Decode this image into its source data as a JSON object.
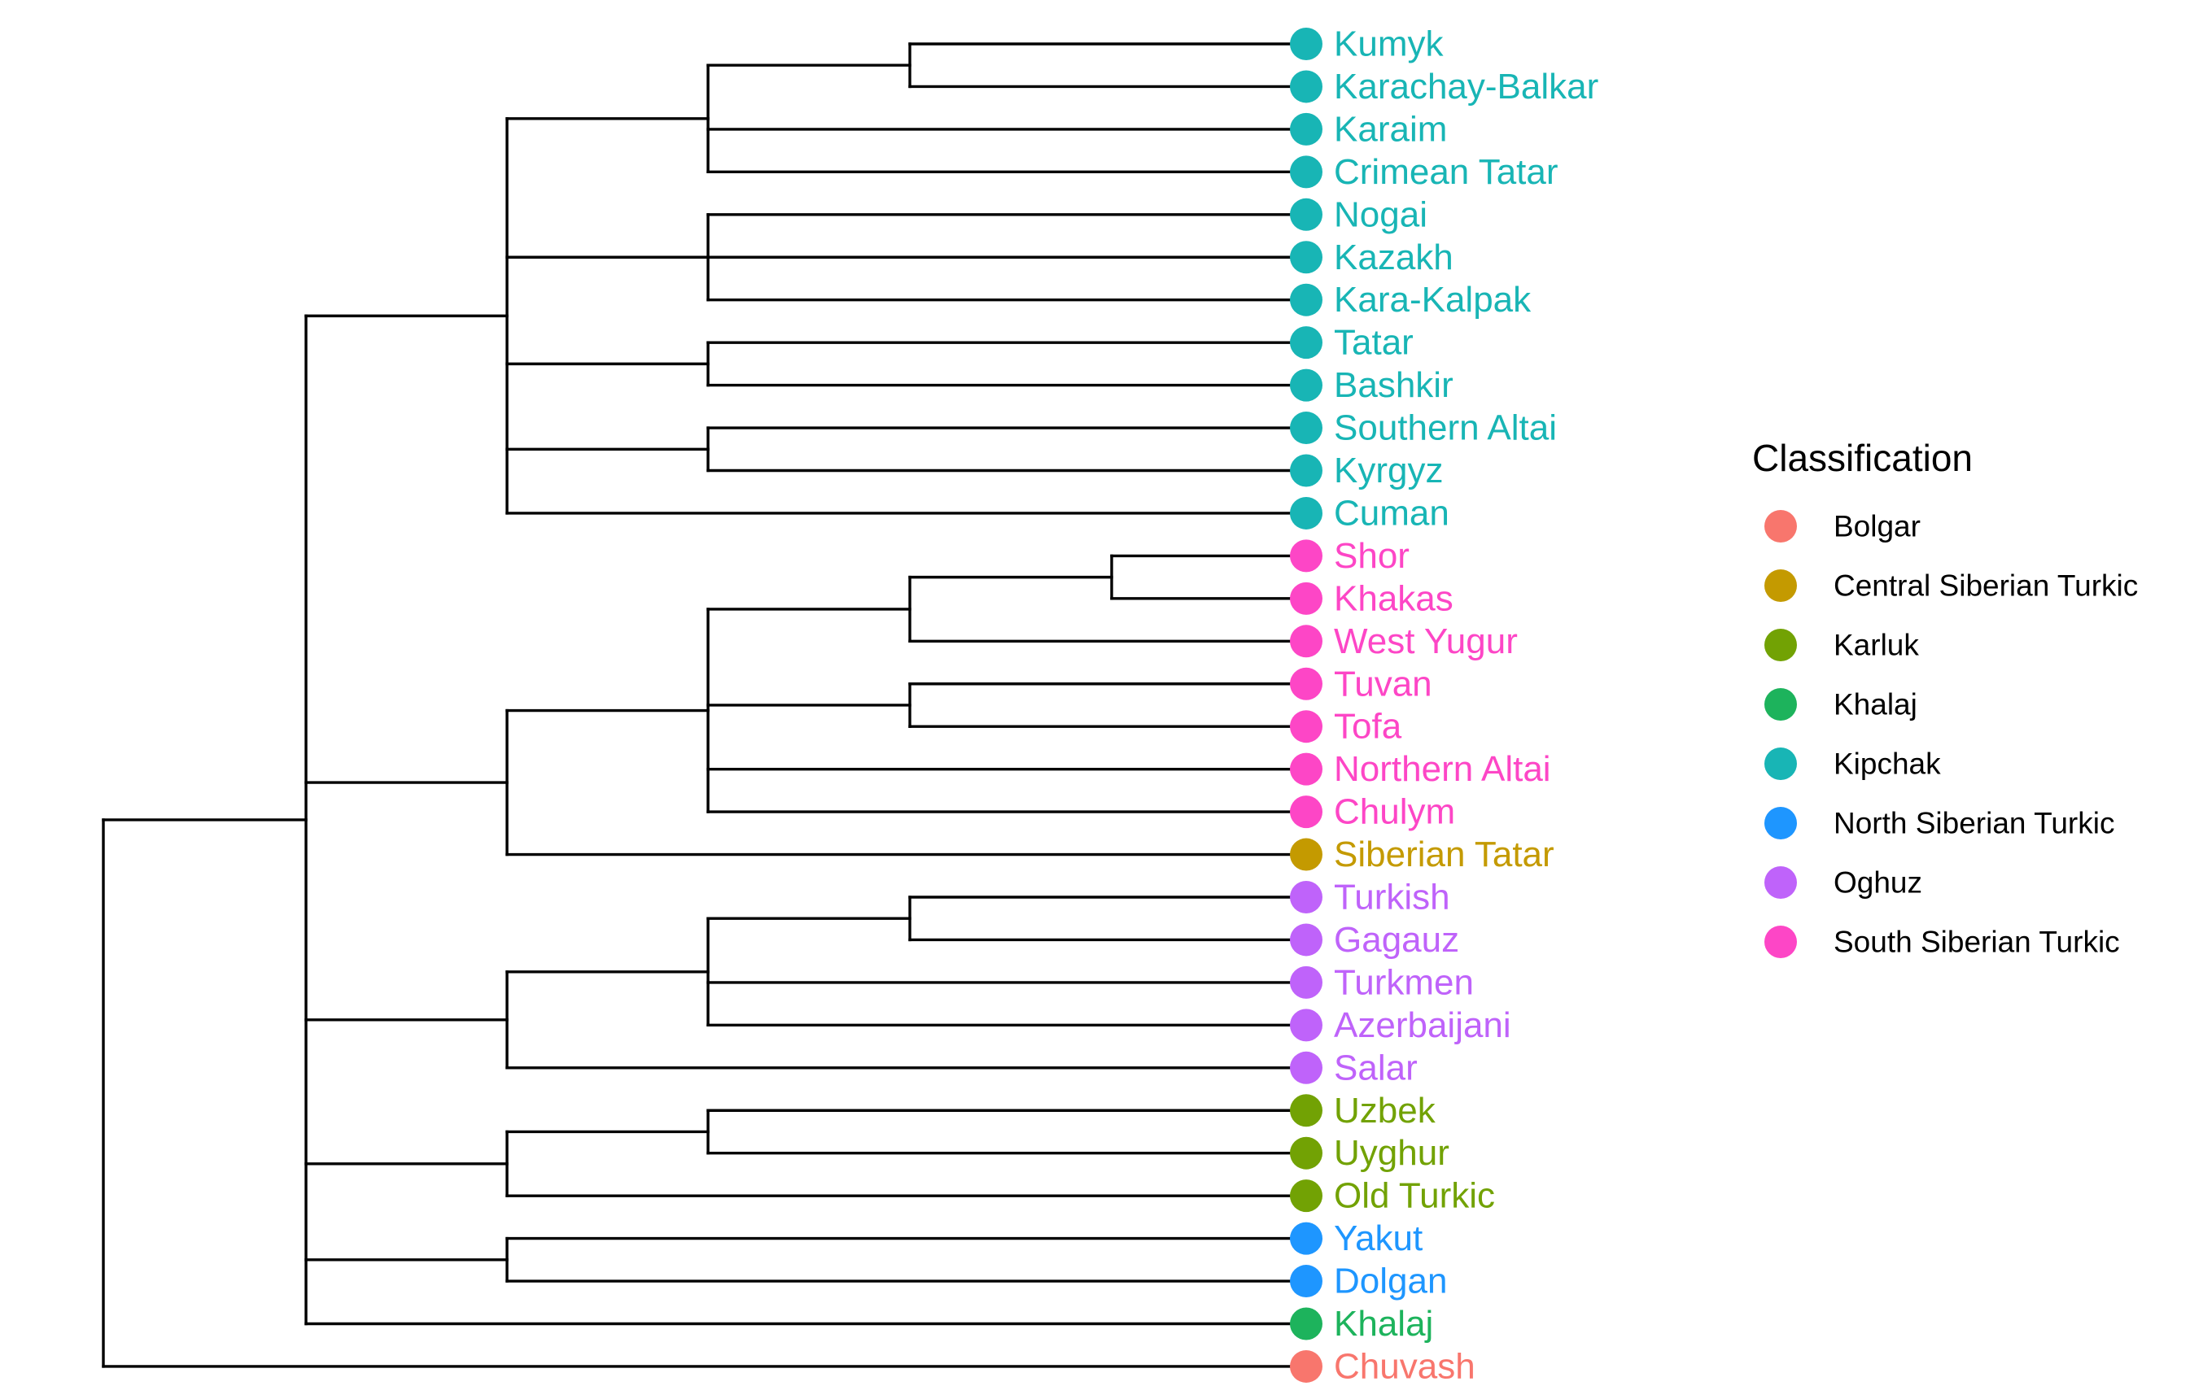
{
  "legend": {
    "title": "Classification",
    "items": [
      {
        "label": "Bolgar",
        "color": "#F8766D"
      },
      {
        "label": "Central Siberian Turkic",
        "color": "#C49A00"
      },
      {
        "label": "Karluk",
        "color": "#72A204"
      },
      {
        "label": "Khalaj",
        "color": "#1DB35C"
      },
      {
        "label": "Kipchak",
        "color": "#18B5B5"
      },
      {
        "label": "North Siberian Turkic",
        "color": "#1E96FF"
      },
      {
        "label": "Oghuz",
        "color": "#BF63FA"
      },
      {
        "label": "South Siberian Turkic",
        "color": "#FD46C6"
      }
    ]
  },
  "tree": {
    "name": "root",
    "children": [
      {
        "name": "n1",
        "children": [
          {
            "name": "n2",
            "children": [
              {
                "name": "n3",
                "children": [
                  {
                    "name": "n4",
                    "children": [
                      {
                        "leaf": "Kumyk",
                        "group": "Kipchak"
                      },
                      {
                        "leaf": "Karachay-Balkar",
                        "group": "Kipchak"
                      }
                    ]
                  },
                  {
                    "leaf": "Karaim",
                    "group": "Kipchak"
                  },
                  {
                    "leaf": "Crimean Tatar",
                    "group": "Kipchak"
                  }
                ]
              },
              {
                "name": "n5",
                "children": [
                  {
                    "leaf": "Nogai",
                    "group": "Kipchak"
                  },
                  {
                    "leaf": "Kazakh",
                    "group": "Kipchak"
                  },
                  {
                    "leaf": "Kara-Kalpak",
                    "group": "Kipchak"
                  }
                ]
              },
              {
                "name": "n6",
                "children": [
                  {
                    "leaf": "Tatar",
                    "group": "Kipchak"
                  },
                  {
                    "leaf": "Bashkir",
                    "group": "Kipchak"
                  }
                ]
              },
              {
                "name": "n7",
                "children": [
                  {
                    "leaf": "Southern Altai",
                    "group": "Kipchak"
                  },
                  {
                    "leaf": "Kyrgyz",
                    "group": "Kipchak"
                  }
                ]
              },
              {
                "leaf": "Cuman",
                "group": "Kipchak"
              }
            ]
          },
          {
            "name": "n8",
            "children": [
              {
                "name": "n9",
                "children": [
                  {
                    "name": "n10",
                    "children": [
                      {
                        "name": "n11",
                        "children": [
                          {
                            "leaf": "Shor",
                            "group": "South Siberian Turkic"
                          },
                          {
                            "leaf": "Khakas",
                            "group": "South Siberian Turkic"
                          }
                        ]
                      },
                      {
                        "leaf": "West Yugur",
                        "group": "South Siberian Turkic"
                      }
                    ]
                  },
                  {
                    "name": "n12",
                    "children": [
                      {
                        "leaf": "Tuvan",
                        "group": "South Siberian Turkic"
                      },
                      {
                        "leaf": "Tofa",
                        "group": "South Siberian Turkic"
                      }
                    ]
                  },
                  {
                    "leaf": "Northern Altai",
                    "group": "South Siberian Turkic"
                  },
                  {
                    "leaf": "Chulym",
                    "group": "South Siberian Turkic"
                  }
                ]
              },
              {
                "leaf": "Siberian Tatar",
                "group": "Central Siberian Turkic"
              }
            ]
          },
          {
            "name": "n13",
            "children": [
              {
                "name": "n14",
                "children": [
                  {
                    "name": "n15",
                    "children": [
                      {
                        "leaf": "Turkish",
                        "group": "Oghuz"
                      },
                      {
                        "leaf": "Gagauz",
                        "group": "Oghuz"
                      }
                    ]
                  },
                  {
                    "leaf": "Turkmen",
                    "group": "Oghuz"
                  },
                  {
                    "leaf": "Azerbaijani",
                    "group": "Oghuz"
                  }
                ]
              },
              {
                "leaf": "Salar",
                "group": "Oghuz"
              }
            ]
          },
          {
            "name": "n16",
            "children": [
              {
                "name": "n17",
                "children": [
                  {
                    "leaf": "Uzbek",
                    "group": "Karluk"
                  },
                  {
                    "leaf": "Uyghur",
                    "group": "Karluk"
                  }
                ]
              },
              {
                "leaf": "Old Turkic",
                "group": "Karluk"
              }
            ]
          },
          {
            "name": "n18",
            "children": [
              {
                "leaf": "Yakut",
                "group": "North Siberian Turkic"
              },
              {
                "leaf": "Dolgan",
                "group": "North Siberian Turkic"
              }
            ]
          },
          {
            "leaf": "Khalaj",
            "group": "Khalaj"
          }
        ]
      },
      {
        "leaf": "Chuvash",
        "group": "Bolgar"
      }
    ]
  }
}
